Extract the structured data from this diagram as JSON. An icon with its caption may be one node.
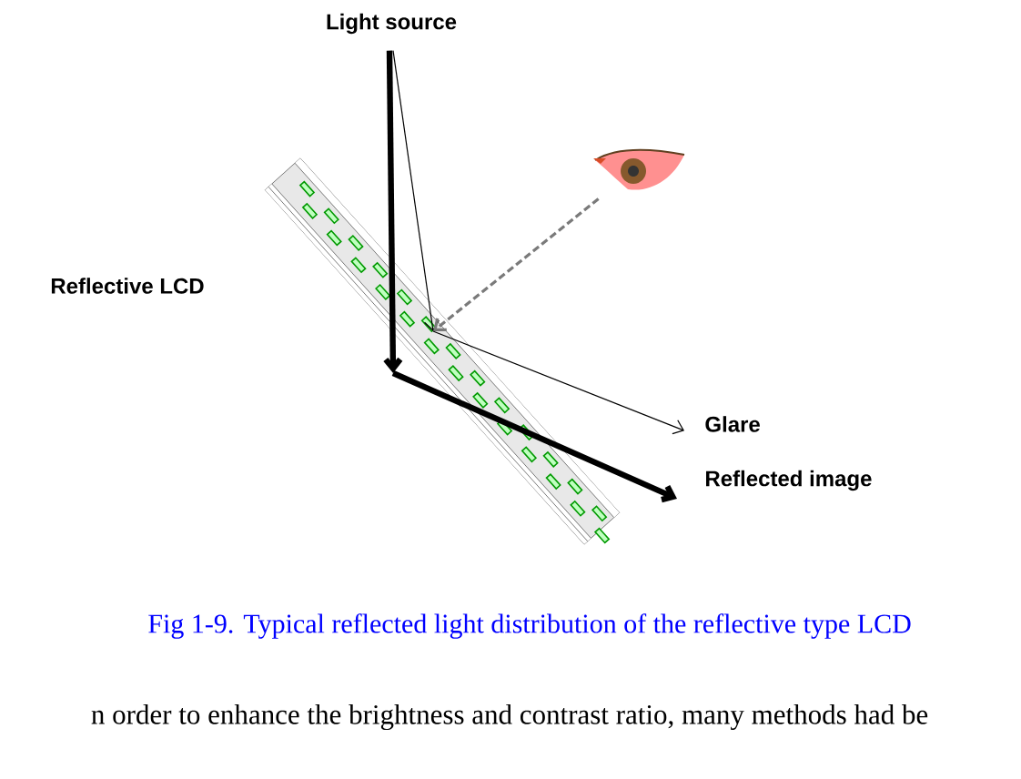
{
  "diagram": {
    "caption": "Fig 1-9. Typical reflected light distribution of the reflective type LCD",
    "nodes": [
      {
        "text": [
          "Light source"
        ]
      },
      {
        "text": [],
        "shape": "box",
        "beside": [
          "Reflective LCD"
        ]
      },
      {
        "text": [],
        "shape": "picture"
      },
      {
        "text": [
          "Glare"
        ]
      },
      {
        "text": [
          "Reflected image"
        ]
      }
    ],
    "edges": [
      {
        "from": 0,
        "to": 1,
        "arrow": "to",
        "style": "thick"
      },
      {
        "from": 0,
        "to": 1,
        "arrow": "to"
      },
      {
        "from": 2,
        "to": 1,
        "arrow": "to",
        "style": "dashed",
        "color": "#7a7a7a"
      },
      {
        "from": 1,
        "to": 3,
        "arrow": "to"
      },
      {
        "from": 1,
        "to": 4,
        "arrow": "to",
        "style": "thick"
      }
    ],
    "labels": [
      "n order to enhance the brightness and contrast ratio, many methods had be"
    ]
  }
}
